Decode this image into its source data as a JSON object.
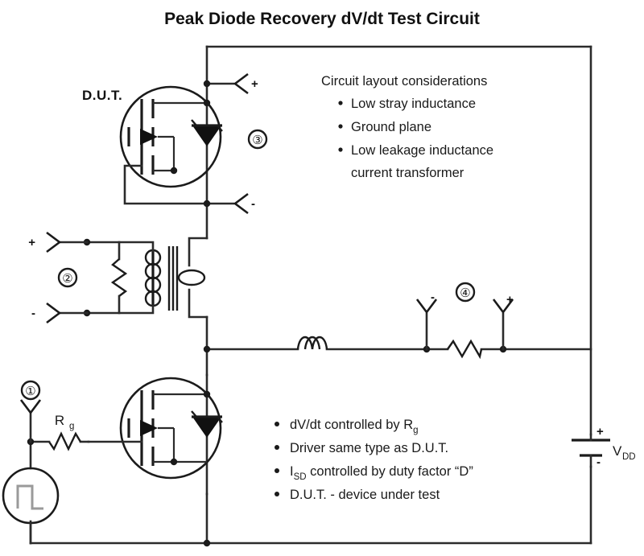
{
  "title": "Peak Diode Recovery dV/dt Test Circuit",
  "notes": {
    "heading": "Circuit layout considerations",
    "items": [
      "Low stray inductance",
      "Ground plane",
      "Low leakage inductance",
      "current transformer"
    ]
  },
  "bullets": [
    {
      "pre": "dV/dt controlled by R",
      "sub": "g",
      "post": ""
    },
    {
      "pre": "Driver same type as D.U.T.",
      "sub": "",
      "post": ""
    },
    {
      "pre": "I",
      "sub": "SD",
      "post": " controlled by duty factor “D”"
    },
    {
      "pre": "D.U.T. - device under test",
      "sub": "",
      "post": ""
    }
  ],
  "labels": {
    "dut": "D.U.T.",
    "rg": "R",
    "rg_sub": "g",
    "vdd": "V",
    "vdd_sub": "DD"
  },
  "markers": {
    "one": "①",
    "two": "②",
    "three": "③",
    "four": "④"
  },
  "polarity": {
    "plus": "+",
    "minus": "-"
  },
  "probes": [
    {
      "name": "probe-1",
      "marker": "①",
      "polarity": "",
      "direction": "down"
    },
    {
      "name": "probe-2-plus",
      "marker": "",
      "polarity": "+",
      "direction": "right"
    },
    {
      "name": "probe-2-minus",
      "marker": "",
      "polarity": "-",
      "direction": "right"
    },
    {
      "name": "probe-3-plus",
      "marker": "",
      "polarity": "+",
      "direction": "left"
    },
    {
      "name": "probe-3-minus",
      "marker": "",
      "polarity": "-",
      "direction": "left"
    },
    {
      "name": "probe-4-minus",
      "marker": "",
      "polarity": "-",
      "direction": "down"
    },
    {
      "name": "probe-4-plus",
      "marker": "",
      "polarity": "+",
      "direction": "down"
    }
  ],
  "components": [
    {
      "name": "dut-mosfet",
      "type": "mosfet-with-body-diode",
      "label": "D.U.T."
    },
    {
      "name": "driver-mosfet",
      "type": "mosfet-with-body-diode",
      "label": ""
    },
    {
      "name": "gate-resistor",
      "type": "resistor",
      "label": "Rg"
    },
    {
      "name": "pulse-generator",
      "type": "pulse-source",
      "label": ""
    },
    {
      "name": "current-transformer",
      "type": "transformer",
      "label": ""
    },
    {
      "name": "burden-resistor",
      "type": "resistor",
      "label": ""
    },
    {
      "name": "series-inductor",
      "type": "inductor",
      "label": ""
    },
    {
      "name": "sense-resistor",
      "type": "resistor",
      "label": ""
    },
    {
      "name": "supply-battery",
      "type": "battery",
      "label": "VDD"
    }
  ],
  "colors": {
    "wire": "#2b2b2b",
    "symbol": "#1b1b1b",
    "text": "#1a1a1a",
    "background": "#ffffff"
  }
}
